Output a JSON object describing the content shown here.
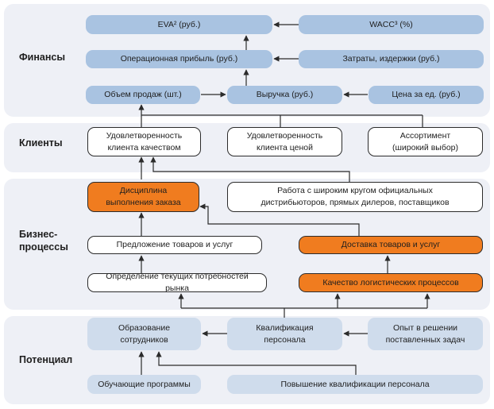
{
  "colors": {
    "band": "#eef0f6",
    "finance_node": "#a9c3e1",
    "potential_node": "#cfdcec",
    "highlight": "#f07c1f",
    "line": "#2b2b2b"
  },
  "bands": {
    "finance": "Финансы",
    "clients": "Клиенты",
    "business": "Бизнес-\nпроцессы",
    "potential": "Потенциал"
  },
  "nodes": {
    "eva": "EVA² (руб.)",
    "wacc": "WACC³ (%)",
    "op_profit": "Операционная прибыль (руб.)",
    "costs": "Затраты, издержки (руб.)",
    "sales_volume": "Объем продаж (шт.)",
    "revenue": "Выручка (руб.)",
    "unit_price": "Цена за ед. (руб.)",
    "quality_sat": "Удовлетворенность\nклиента качеством",
    "price_sat": "Удовлетворенность\nклиента ценой",
    "assortment": "Ассортимент\n(широкий выбор)",
    "order_discipline": "Дисциплина\nвыполнения заказа",
    "distributors": "Работа с широким кругом официальных\nдистрибьюторов, прямых дилеров, поставщиков",
    "offer": "Предложение товаров и услуг",
    "delivery": "Доставка товаров и услуг",
    "needs": "Определение текущих потребностей рынка",
    "logistics": "Качество логистических процессов",
    "education": "Образование\nсотрудников",
    "qualification": "Квалификация\nперсонала",
    "experience": "Опыт в решении\nпоставленных задач",
    "training": "Обучающие программы",
    "upskilling": "Повышение квалификации персонала"
  }
}
